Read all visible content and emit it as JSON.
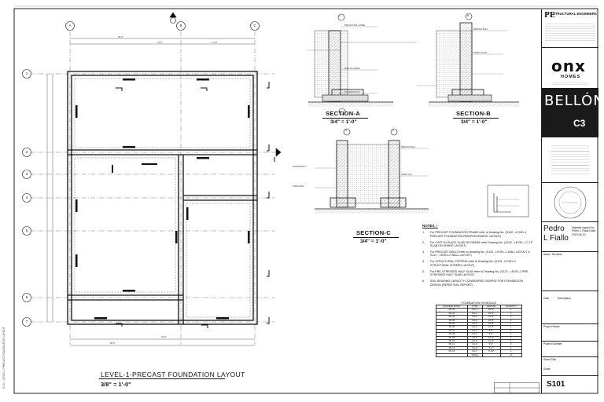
{
  "plan": {
    "title": "LEVEL-1-PRECAST FOUNDATION LAYOUT",
    "scale": "3/8\" = 1'-0\"",
    "grid_cols": [
      "A",
      "B",
      "C"
    ],
    "grid_rows": [
      "1",
      "2",
      "3",
      "4",
      "5",
      "6",
      "7"
    ]
  },
  "sections": [
    {
      "title": "SECTION-A",
      "scale": "3/4\" = 1'-0\"",
      "marker": "1"
    },
    {
      "title": "SECTION-B",
      "scale": "3/4\" = 1'-0\"",
      "marker": "B"
    },
    {
      "title": "SECTION-C",
      "scale": "3/4\" = 1'-0\"",
      "markers": [
        "3",
        "2"
      ]
    }
  ],
  "notes": {
    "heading": "NOTES :-",
    "items": [
      {
        "num": "1.",
        "text": "For PRECAST FOUNDATION FRAME refer to Drawing No. (S102 - LEVEL-1 PRECAST FOUNDATION REINFORCEMENT LAYOUT)"
      },
      {
        "num": "2.",
        "text": "For CAST-IN-PLACE SLAB ON GRADE refer Drawing No. (S103 - LEVEL-1 C.I.P SLAB ON GRADE LAYOUT)"
      },
      {
        "num": "3.",
        "text": "For PRECAST WALLS refer to Drawing No. (S120 - LEVEL-1 WALL LAYOUT & S121 - LEVEL-2 WALL LAYOUT)"
      },
      {
        "num": "4.",
        "text": "For STRUCTURAL TOPPING refer to Drawing No. (S125 - LEVEL-2 STRUCTURAL SCREED LAYOUT)"
      },
      {
        "num": "5.",
        "text": "For PRE-STRESSED HALF SLAB refer to Drawing No. (S123 - LEVEL-2 PRE-STRESSED HALF SLAB LAYOUT)"
      },
      {
        "num": "6.",
        "text": "SOIL BEARING CAPACITY CONSIDERED 3000PSF FOR FOUNDATION DESIGN (REFER SOIL REPORT)"
      }
    ]
  },
  "schedule": {
    "caption": "FOUNDATION SCHEDULE",
    "headers": [
      "FOUNDATION ID",
      "TYPE",
      "LENGTH",
      "QUANTITY"
    ],
    "rows": [
      [
        "PF-01",
        "FG-1",
        "16'-0\"",
        "1"
      ],
      [
        "PF-02",
        "FG-1",
        "16'-0\"",
        "1"
      ],
      [
        "PF-03",
        "FG-2",
        "21'-6\"",
        "2"
      ],
      [
        "PF-04",
        "FG-2",
        "21'-6\"",
        "2"
      ],
      [
        "PF-05",
        "FG-3",
        "10'-8\"",
        "1"
      ],
      [
        "PF-06",
        "FG-3",
        "10'-8\"",
        "1"
      ],
      [
        "PF-07",
        "FG-4",
        "8'-4\"",
        "2"
      ],
      [
        "PF-08",
        "FG-4",
        "8'-4\"",
        "1"
      ],
      [
        "PF-09",
        "FG-5",
        "12'-0\"",
        "1"
      ],
      [
        "PF-10",
        "FG-5",
        "12'-0\"",
        "1"
      ],
      [
        "PF-11",
        "FG-6",
        "6'-2\"",
        "2"
      ],
      [
        "PF-12",
        "FG-6",
        "6'-2\"",
        "1"
      ],
      [
        "PF-13",
        "FG-7",
        "9'-10\"",
        "1"
      ],
      [
        "",
        "TOTAL",
        "",
        "17"
      ]
    ]
  },
  "title_block": {
    "firm": "STRUCTURAL ENGINEERS",
    "client_logo": "onx",
    "client_sub": "HOMES",
    "project": "BELLÓN",
    "project_mark": "C3",
    "engineer_name_1": "Pedro",
    "engineer_name_2": "L Fiallo",
    "signature_note": "Digitally signed by Pedro L Fiallo Date: 2023.05.10",
    "sheet_number": "S101",
    "labels": [
      "Issue / Revision",
      "Date",
      "Description",
      "Project Name",
      "Project Number",
      "Sheet Title",
      "Scale"
    ]
  },
  "colors": {
    "ink": "#111111",
    "hatch": "#777777",
    "paper": "#ffffff"
  }
}
